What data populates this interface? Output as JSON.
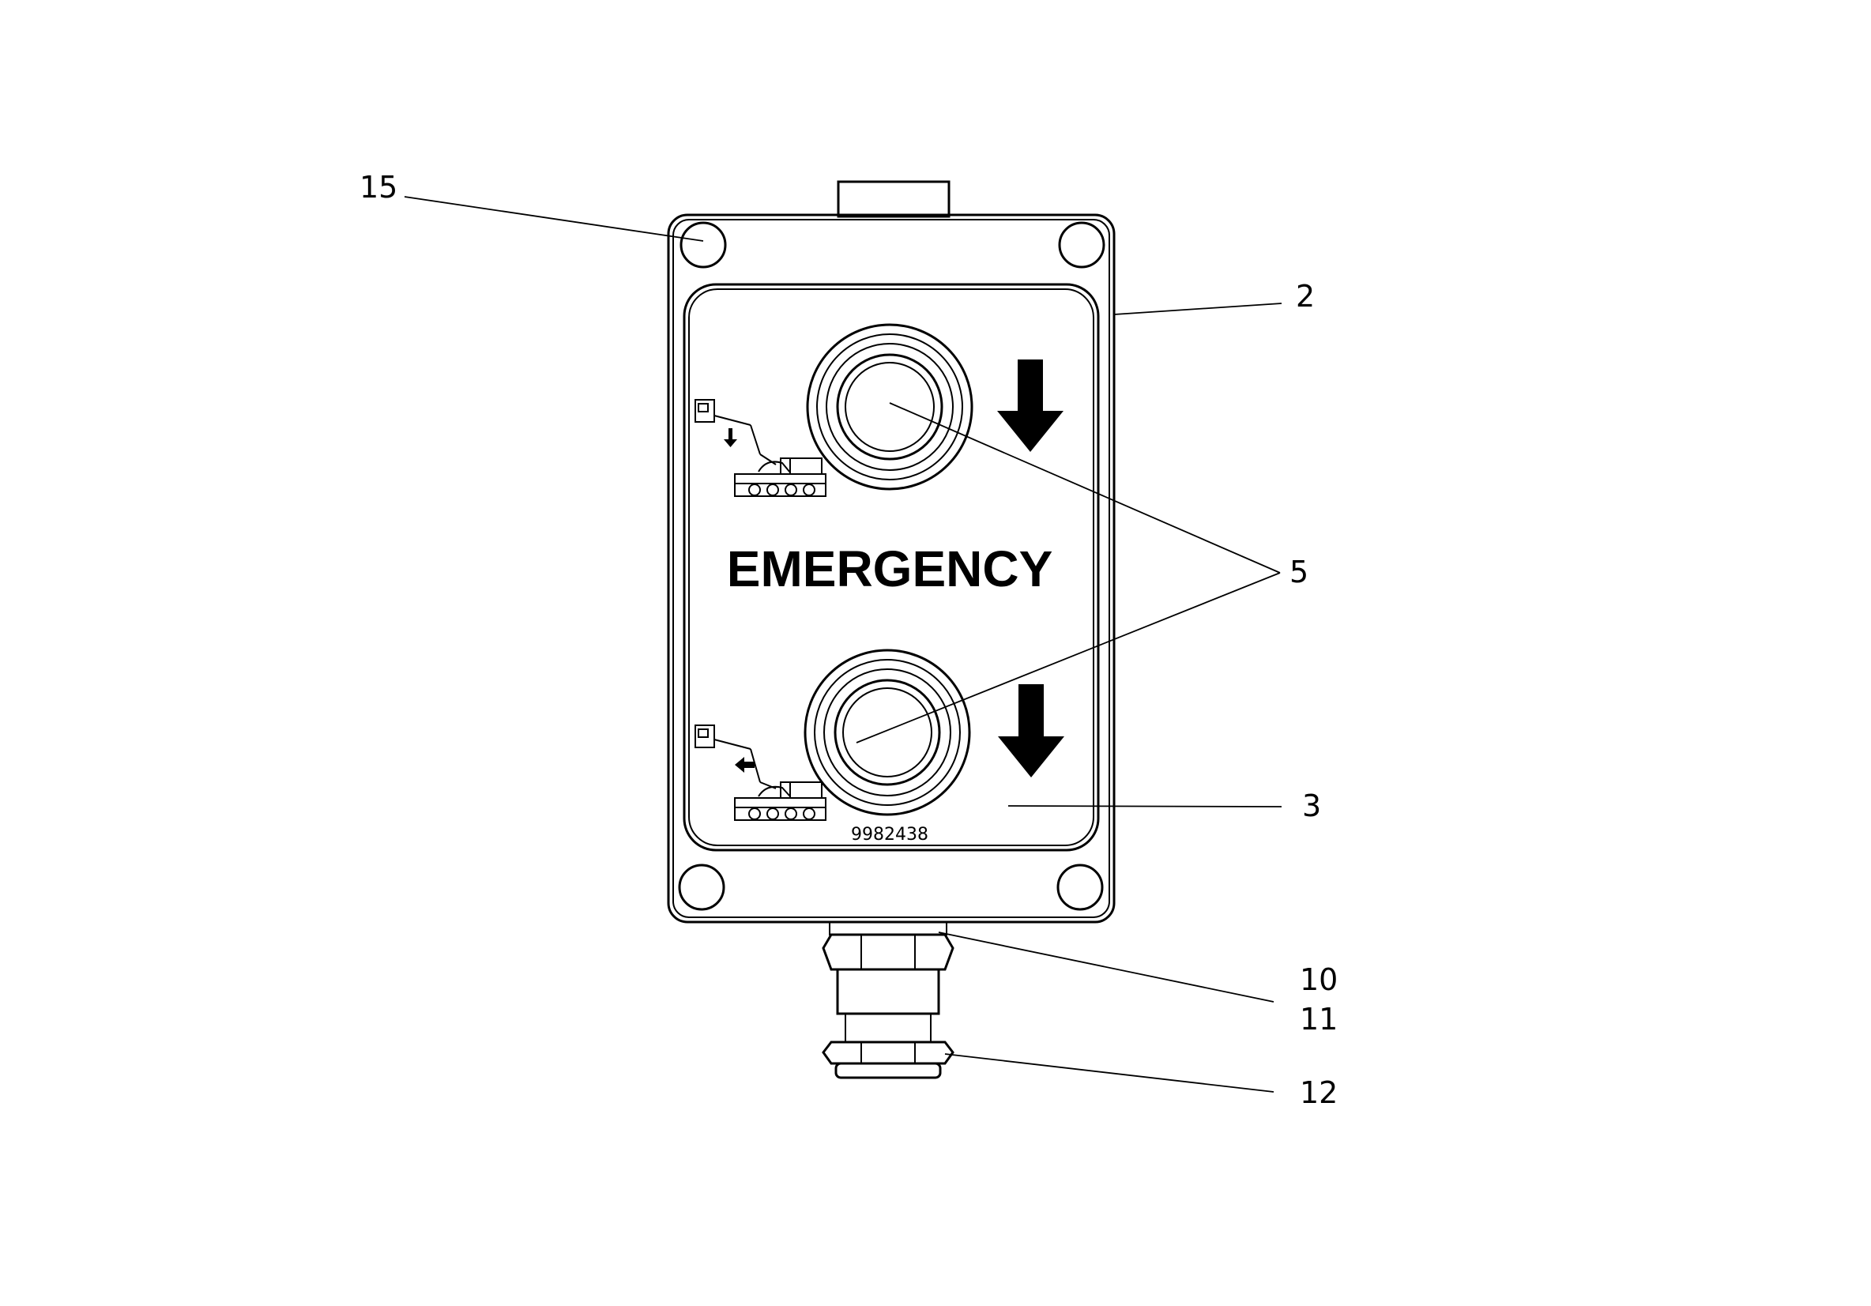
{
  "panel": {
    "title": "EMERGENCY",
    "part_number": "9982438"
  },
  "callouts": [
    {
      "id": "c15",
      "text": "15"
    },
    {
      "id": "c2",
      "text": "2"
    },
    {
      "id": "c5",
      "text": "5"
    },
    {
      "id": "c3",
      "text": "3"
    },
    {
      "id": "c10",
      "text": "10"
    },
    {
      "id": "c11",
      "text": "11"
    },
    {
      "id": "c12",
      "text": "12"
    }
  ],
  "icons": {
    "upper_button": "push-button-icon",
    "lower_button": "push-button-icon",
    "upper_arrow": "arrow-down-icon",
    "lower_arrow": "arrow-down-icon",
    "upper_pictogram": "aerial-platform-lower-icon",
    "lower_pictogram": "aerial-platform-retract-icon",
    "mount_hole": "screw-hole-icon"
  }
}
